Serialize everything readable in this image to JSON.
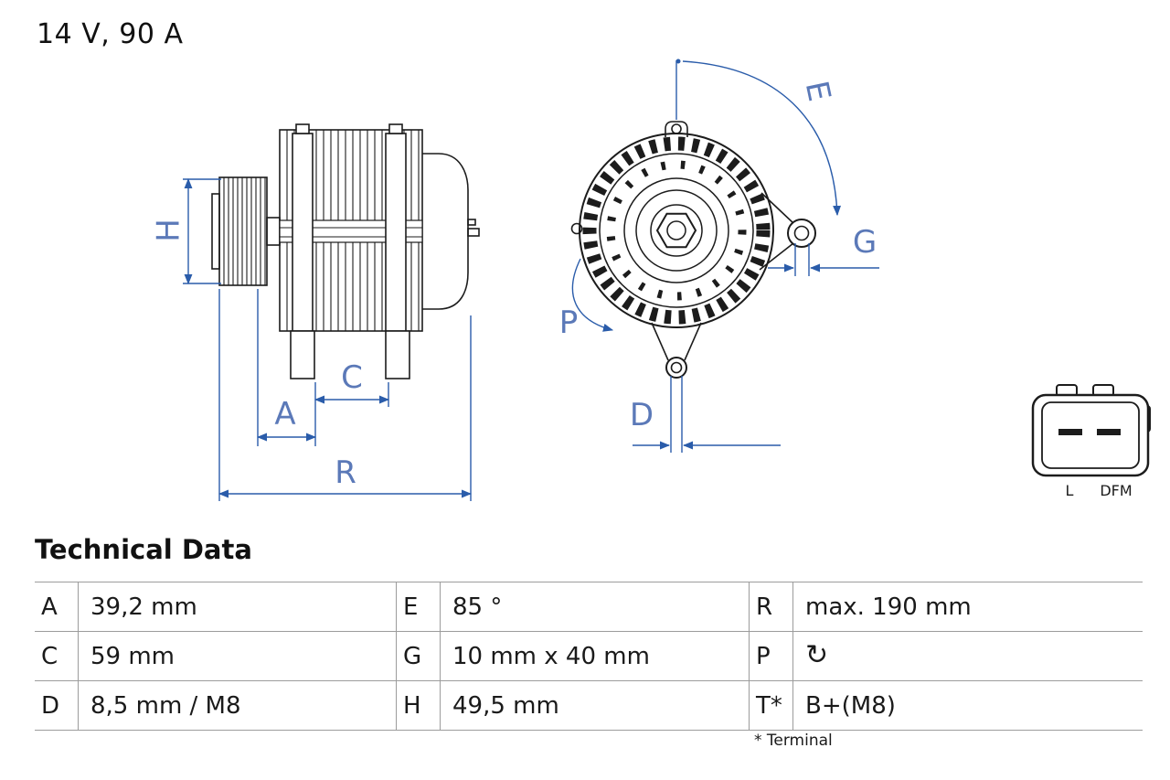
{
  "product": {
    "rating": "14 V, 90 A"
  },
  "diagram": {
    "dimension_labels": {
      "H": "H",
      "A": "A",
      "C": "C",
      "R": "R",
      "E": "E",
      "G": "G",
      "P": "P",
      "D": "D"
    },
    "connector": {
      "pin_left": "L",
      "pin_right": "DFM"
    },
    "colors": {
      "dimension_line_blue": "#2a5caa",
      "dimension_label_blue": "#5b79b8",
      "part_outline_black": "#1c1c1c"
    }
  },
  "technical_data": {
    "title": "Technical Data",
    "rows": [
      [
        {
          "key": "A",
          "value": "39,2 mm"
        },
        {
          "key": "E",
          "value": "85 °"
        },
        {
          "key": "R",
          "value": "max. 190 mm"
        }
      ],
      [
        {
          "key": "C",
          "value": "59 mm"
        },
        {
          "key": "G",
          "value": "10 mm x 40 mm"
        },
        {
          "key": "P",
          "value": "↻",
          "icon": "rotation-direction-icon"
        }
      ],
      [
        {
          "key": "D",
          "value": "8,5 mm / M8"
        },
        {
          "key": "H",
          "value": "49,5 mm"
        },
        {
          "key": "T*",
          "value": "B+(M8)"
        }
      ]
    ],
    "footnote": "* Terminal"
  }
}
